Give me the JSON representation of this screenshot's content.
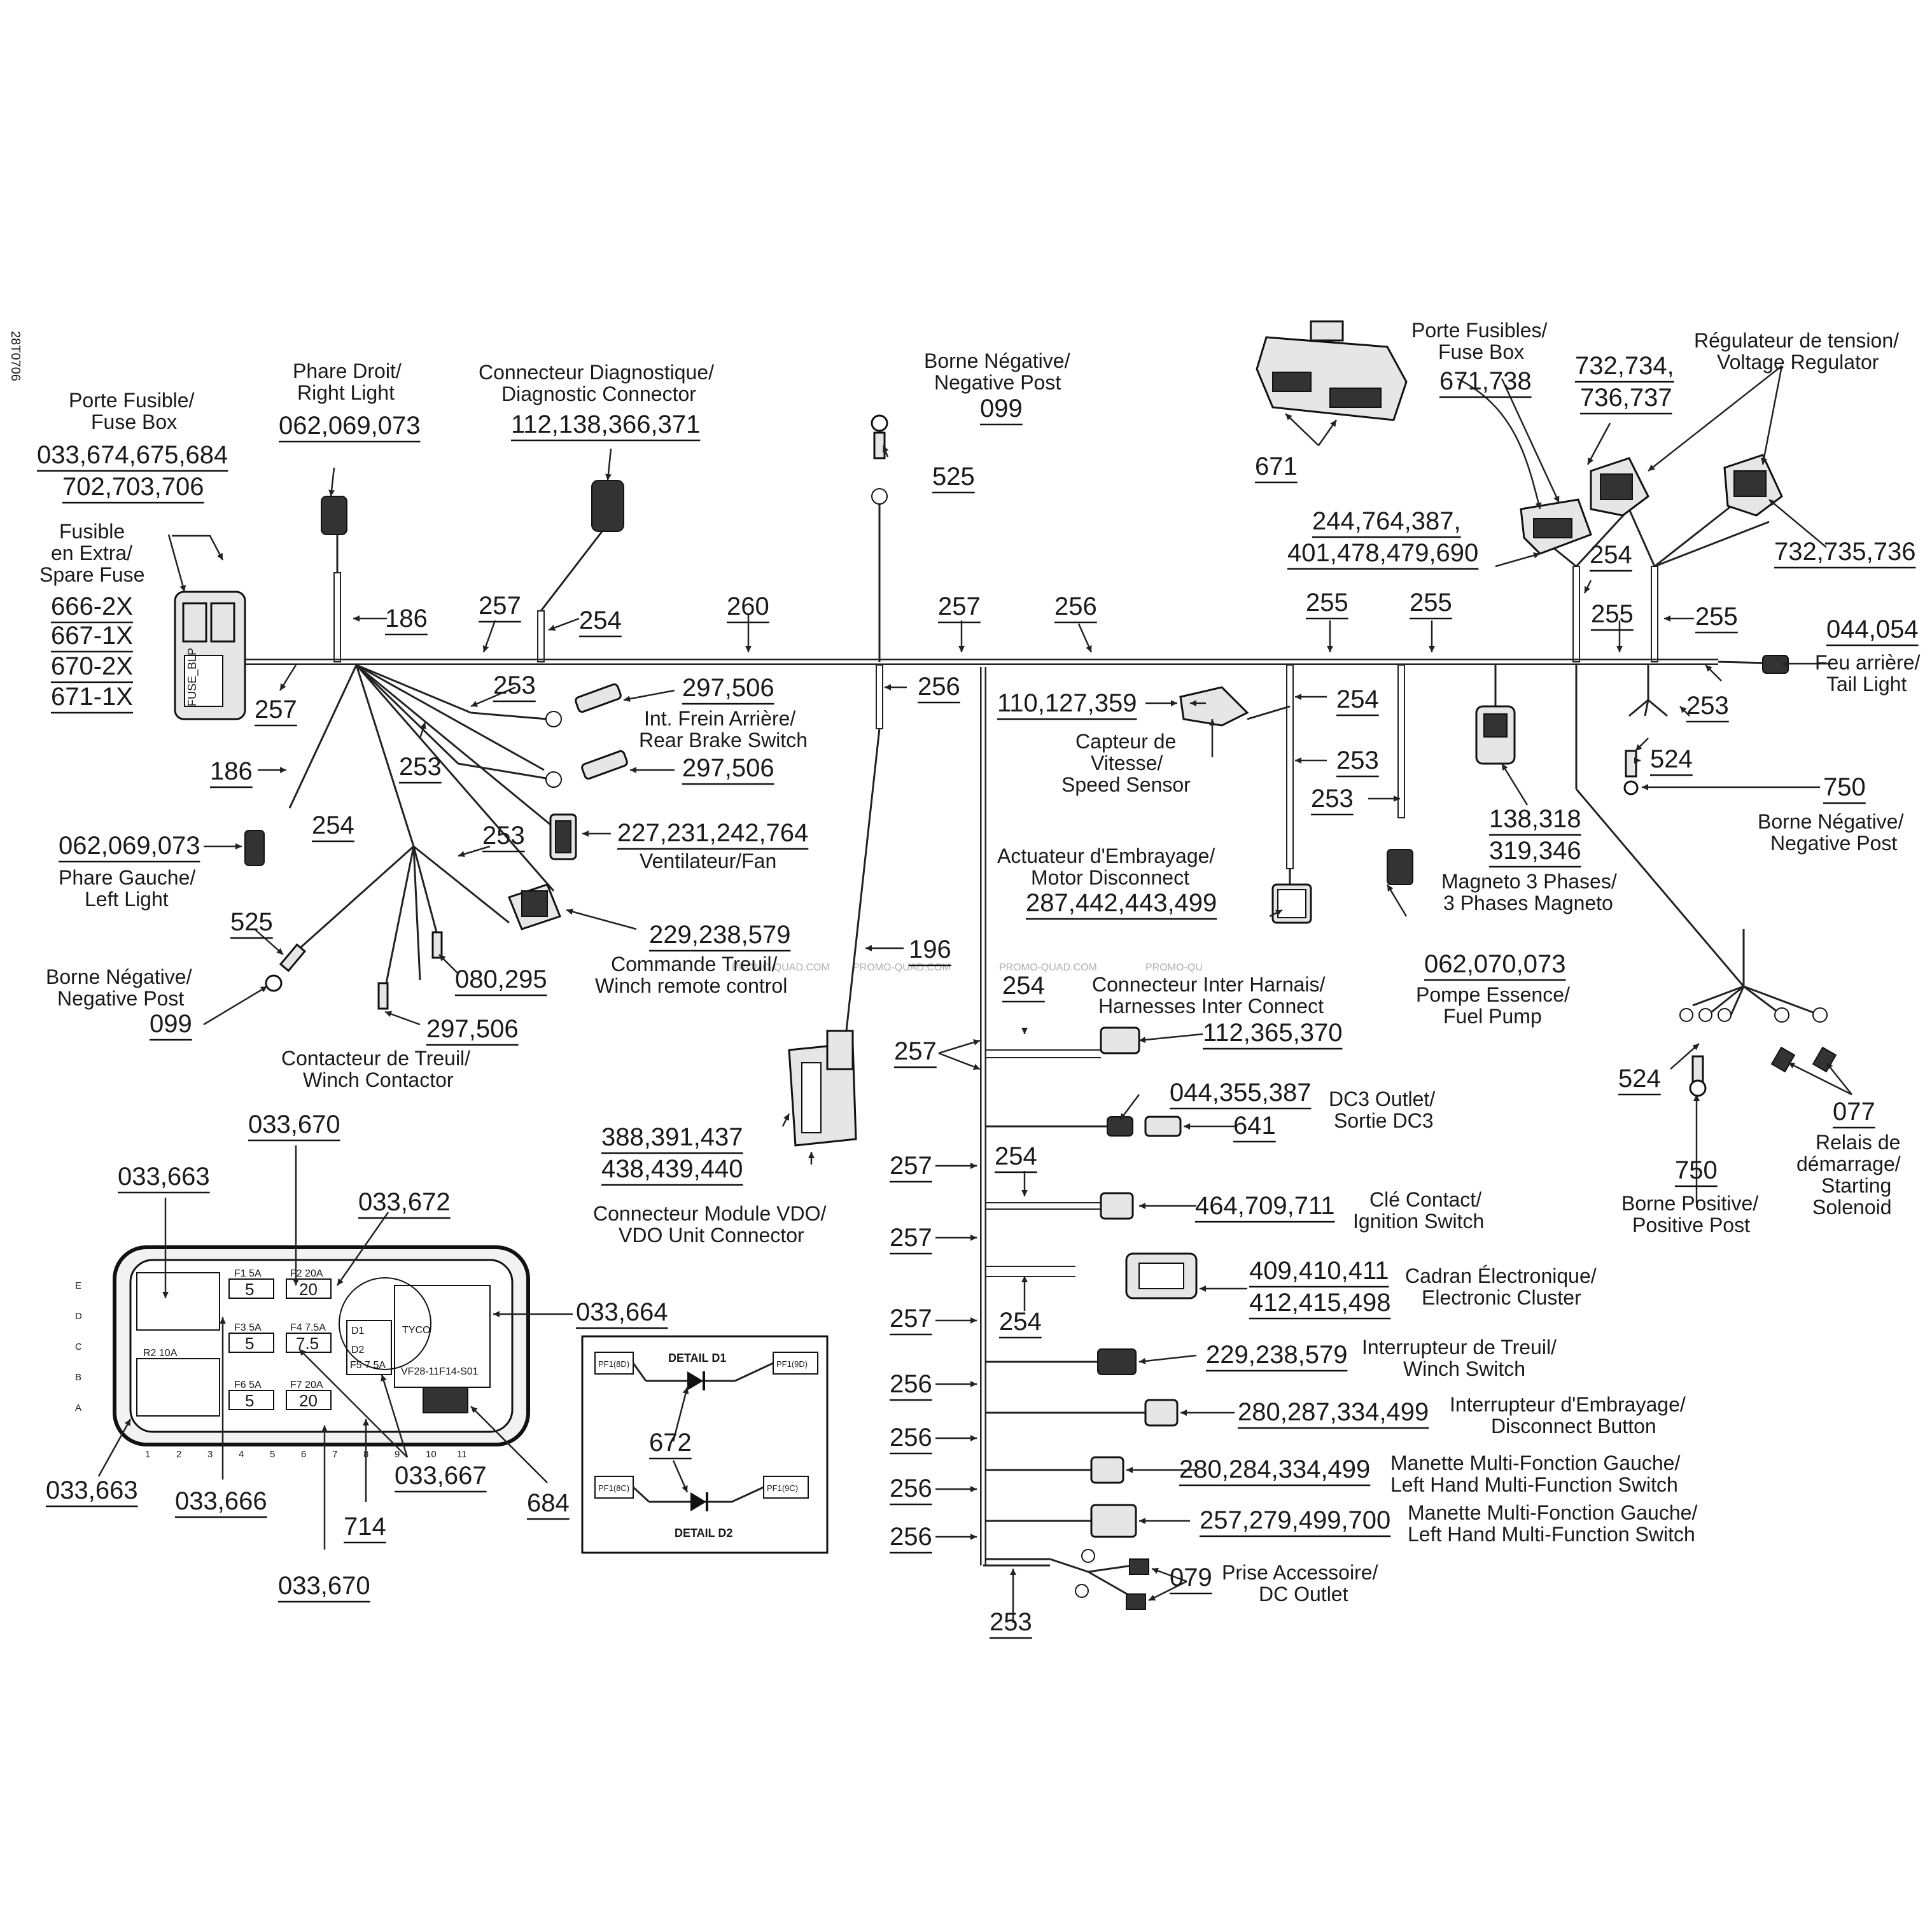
{
  "doc_code": "28T0706",
  "refs": {
    "r001": "033,674,675,684",
    "r002": "702,703,706",
    "r003": "666-2X",
    "r004": "667-1X",
    "r005": "670-2X",
    "r006": "671-1X",
    "r007": "062,069,073",
    "r008": "112,138,366,371",
    "r009": "099",
    "r010": "525",
    "r011": "186",
    "r012": "257",
    "r013": "254",
    "r014": "260",
    "r015": "257",
    "r016": "256",
    "r017": "255",
    "r018": "255",
    "r019": "671",
    "r020": "671,738",
    "r021": "732,734,",
    "r022": "736,737",
    "r023": "244,764,387,",
    "r024": "401,478,479,690",
    "r025": "254",
    "r026": "255",
    "r027": "255",
    "r028": "732,735,736",
    "r029": "044,054",
    "r030": "257",
    "r031": "253",
    "r032": "297,506",
    "r033": "256",
    "r034": "110,127,359",
    "r035": "254",
    "r036": "253",
    "r037": "253",
    "r038": "253",
    "r039": "524",
    "r040": "750",
    "r041": "186",
    "r042": "253",
    "r043": "297,506",
    "r044": "138,318",
    "r045": "319,346",
    "r046": "254",
    "r047": "253",
    "r048": "227,231,242,764",
    "r049": "062,069,073",
    "r050": "287,442,443,499",
    "r051": "525",
    "r052": "229,238,579",
    "r053": "062,070,073",
    "r054": "196",
    "r055": "080,295",
    "r056": "099",
    "r057": "297,506",
    "r058": "254",
    "r059": "112,365,370",
    "r060": "257",
    "r061": "044,355,387",
    "r062": "641",
    "r063": "524",
    "r064": "077",
    "r065": "033,670",
    "r066": "388,391,437",
    "r067": "438,439,440",
    "r068": "254",
    "r069": "033,663",
    "r070": "033,672",
    "r071": "257",
    "r072": "464,709,711",
    "r073": "750",
    "r074": "257",
    "r075": "033,664",
    "r076": "409,410,411",
    "r077": "412,415,498",
    "r078": "254",
    "r079": "257",
    "r080": "229,238,579",
    "r081": "672",
    "r082": "256",
    "r083": "280,287,334,499",
    "r084": "256",
    "r085": "280,284,334,499",
    "r086": "033,663",
    "r087": "033,666",
    "r088": "033,667",
    "r089": "684",
    "r090": "256",
    "r091": "257,279,499,700",
    "r092": "714",
    "r093": "256",
    "r094": "079",
    "r095": "033,670",
    "r096": "253"
  },
  "labels": {
    "porte_fusible": "Porte Fusible/",
    "fuse_box_1": "Fuse Box",
    "fusible": "Fusible",
    "en_extra": "en Extra/",
    "spare_fuse": "Spare Fuse",
    "phare_droit": "Phare Droit/",
    "right_light": "Right Light",
    "conn_diag_fr": "Connecteur Diagnostique/",
    "conn_diag_en": "Diagnostic Connector",
    "borne_neg_fr_top": "Borne Négative/",
    "neg_post_top": "Negative Post",
    "porte_fusibles": "Porte Fusibles/",
    "fuse_box_2": "Fuse Box",
    "regulateur": "Régulateur de tension/",
    "voltage_reg": "Voltage Regulator",
    "feu_arriere": "Feu arrière/",
    "tail_light": "Tail Light",
    "int_frein": "Int. Frein Arrière/",
    "rear_brake": "Rear Brake Switch",
    "capteur_1": "Capteur de",
    "capteur_2": "Vitesse/",
    "speed_sensor": "Speed Sensor",
    "borne_neg_fr_right": "Borne Négative/",
    "neg_post_right": "Negative Post",
    "ventilateur": "Ventilateur/Fan",
    "actuateur": "Actuateur d'Embrayage/",
    "motor_disconnect": "Motor Disconnect",
    "magneto_fr": "Magneto 3 Phases/",
    "magneto_en": "3 Phases Magneto",
    "phare_gauche": "Phare Gauche/",
    "left_light": "Left Light",
    "commande_treuil": "Commande Treuil/",
    "winch_remote": "Winch remote control",
    "pompe_fr": "Pompe Essence/",
    "fuel_pump": "Fuel Pump",
    "borne_neg_fr_left": "Borne Négative/",
    "neg_post_left": "Negative Post",
    "conn_inter_fr": "Connecteur Inter Harnais/",
    "conn_inter_en": "Harnesses Inter Connect",
    "contacteur_fr": "Contacteur de Treuil/",
    "winch_contactor": "Winch Contactor",
    "dc3_outlet": "DC3 Outlet/",
    "sortie_dc3": "Sortie DC3",
    "relais_1": "Relais de",
    "relais_2": "démarrage/",
    "relais_3": "Starting",
    "relais_4": "Solenoid",
    "cle_contact": "Clé Contact/",
    "ignition": "Ignition Switch",
    "borne_pos_fr": "Borne Positive/",
    "positive_post": "Positive Post",
    "vdo_fr": "Connecteur Module VDO/",
    "vdo_en": "VDO Unit Connector",
    "cadran_fr": "Cadran Électronique/",
    "cluster_en": "Electronic Cluster",
    "int_treuil_fr": "Interrupteur de Treuil/",
    "winch_switch": "Winch Switch",
    "int_emb_fr": "Interrupteur d'Embrayage/",
    "disconnect_btn": "Disconnect Button",
    "manette_fr_1": "Manette Multi-Fonction Gauche/",
    "manette_en_1": "Left Hand Multi-Function Switch",
    "manette_fr_2": "Manette Multi-Fonction Gauche/",
    "manette_en_2": "Left Hand Multi-Function Switch",
    "prise_acc": "Prise Accessoire/",
    "dc_outlet": "DC Outlet"
  },
  "watermark": {
    "w1": "PROMO-QUAD.COM",
    "w2": "PROMO-QUAD.COM",
    "w3": "PROMO-QUAD.COM",
    "w4": "PROMO-QU"
  },
  "fuse_detail": {
    "d1_title": "DETAIL D1",
    "d2_title": "DETAIL D2",
    "pf1_8d": "PF1(8D)",
    "pf1_9d": "PF1(9D)",
    "pf1_8c": "PF1(8C)",
    "pf1_9c": "PF1(9C)",
    "f1": "F1 5A",
    "f2": "F2 20A",
    "f3": "F3 5A",
    "f4": "F4 7.5A",
    "f5": "F5 7.5A",
    "f6": "F6 5A",
    "f7": "F7 20A",
    "r2": "R2 10A",
    "d1": "D1",
    "d2": "D2",
    "tyco": "TYCO",
    "part_no": "VF28-11F14-S01",
    "v5": "5",
    "v20": "20",
    "v75": "7.5",
    "rows": [
      "E",
      "D",
      "C",
      "B",
      "A"
    ],
    "cols": [
      "1",
      "2",
      "3",
      "4",
      "5",
      "6",
      "7",
      "8",
      "9",
      "10",
      "11"
    ]
  },
  "fusebox_side": {
    "label": "FUSE_BLP"
  }
}
